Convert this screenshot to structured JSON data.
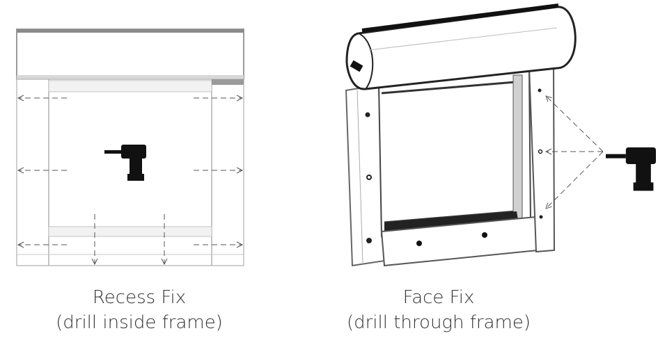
{
  "panels": [
    {
      "title": "Recess Fix",
      "subtitle": "(drill inside frame)"
    },
    {
      "title": "Face Fix",
      "subtitle": "(drill through frame)"
    }
  ]
}
